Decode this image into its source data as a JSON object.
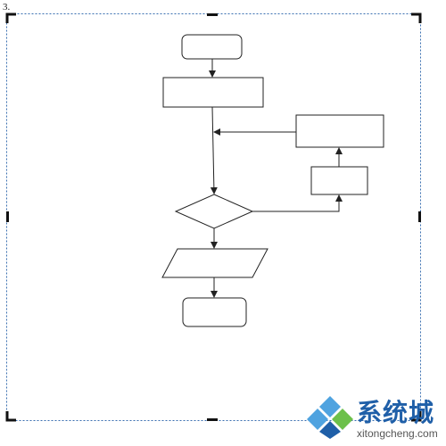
{
  "page": {
    "number_label": "3."
  },
  "colors": {
    "frame_dash": "#3a6fb0",
    "corner_marks": "#111111",
    "shape_stroke": "#222222",
    "watermark_blue": "#1f5fa8",
    "watermark_light_blue": "#4fa3e0",
    "watermark_green": "#6cc04a"
  },
  "flowchart": {
    "nodes": [
      {
        "id": "start",
        "shape": "rounded-rectangle",
        "text": ""
      },
      {
        "id": "process-1",
        "shape": "rectangle",
        "text": ""
      },
      {
        "id": "decision",
        "shape": "diamond",
        "text": ""
      },
      {
        "id": "io",
        "shape": "parallelogram",
        "text": ""
      },
      {
        "id": "end",
        "shape": "rounded-rectangle",
        "text": ""
      },
      {
        "id": "loop-process-small",
        "shape": "rectangle",
        "text": ""
      },
      {
        "id": "loop-process-large",
        "shape": "rectangle",
        "text": ""
      }
    ],
    "edges": [
      {
        "from": "start",
        "to": "process-1"
      },
      {
        "from": "process-1",
        "to": "decision"
      },
      {
        "from": "decision",
        "to": "io"
      },
      {
        "from": "io",
        "to": "end"
      },
      {
        "from": "decision",
        "to": "loop-process-small"
      },
      {
        "from": "loop-process-small",
        "to": "loop-process-large"
      },
      {
        "from": "loop-process-large",
        "to": "process-1-to-decision-line"
      }
    ]
  },
  "watermark": {
    "brand": "系统城",
    "url": "xitongcheng.com",
    "icon": "diamond-logo-icon"
  }
}
